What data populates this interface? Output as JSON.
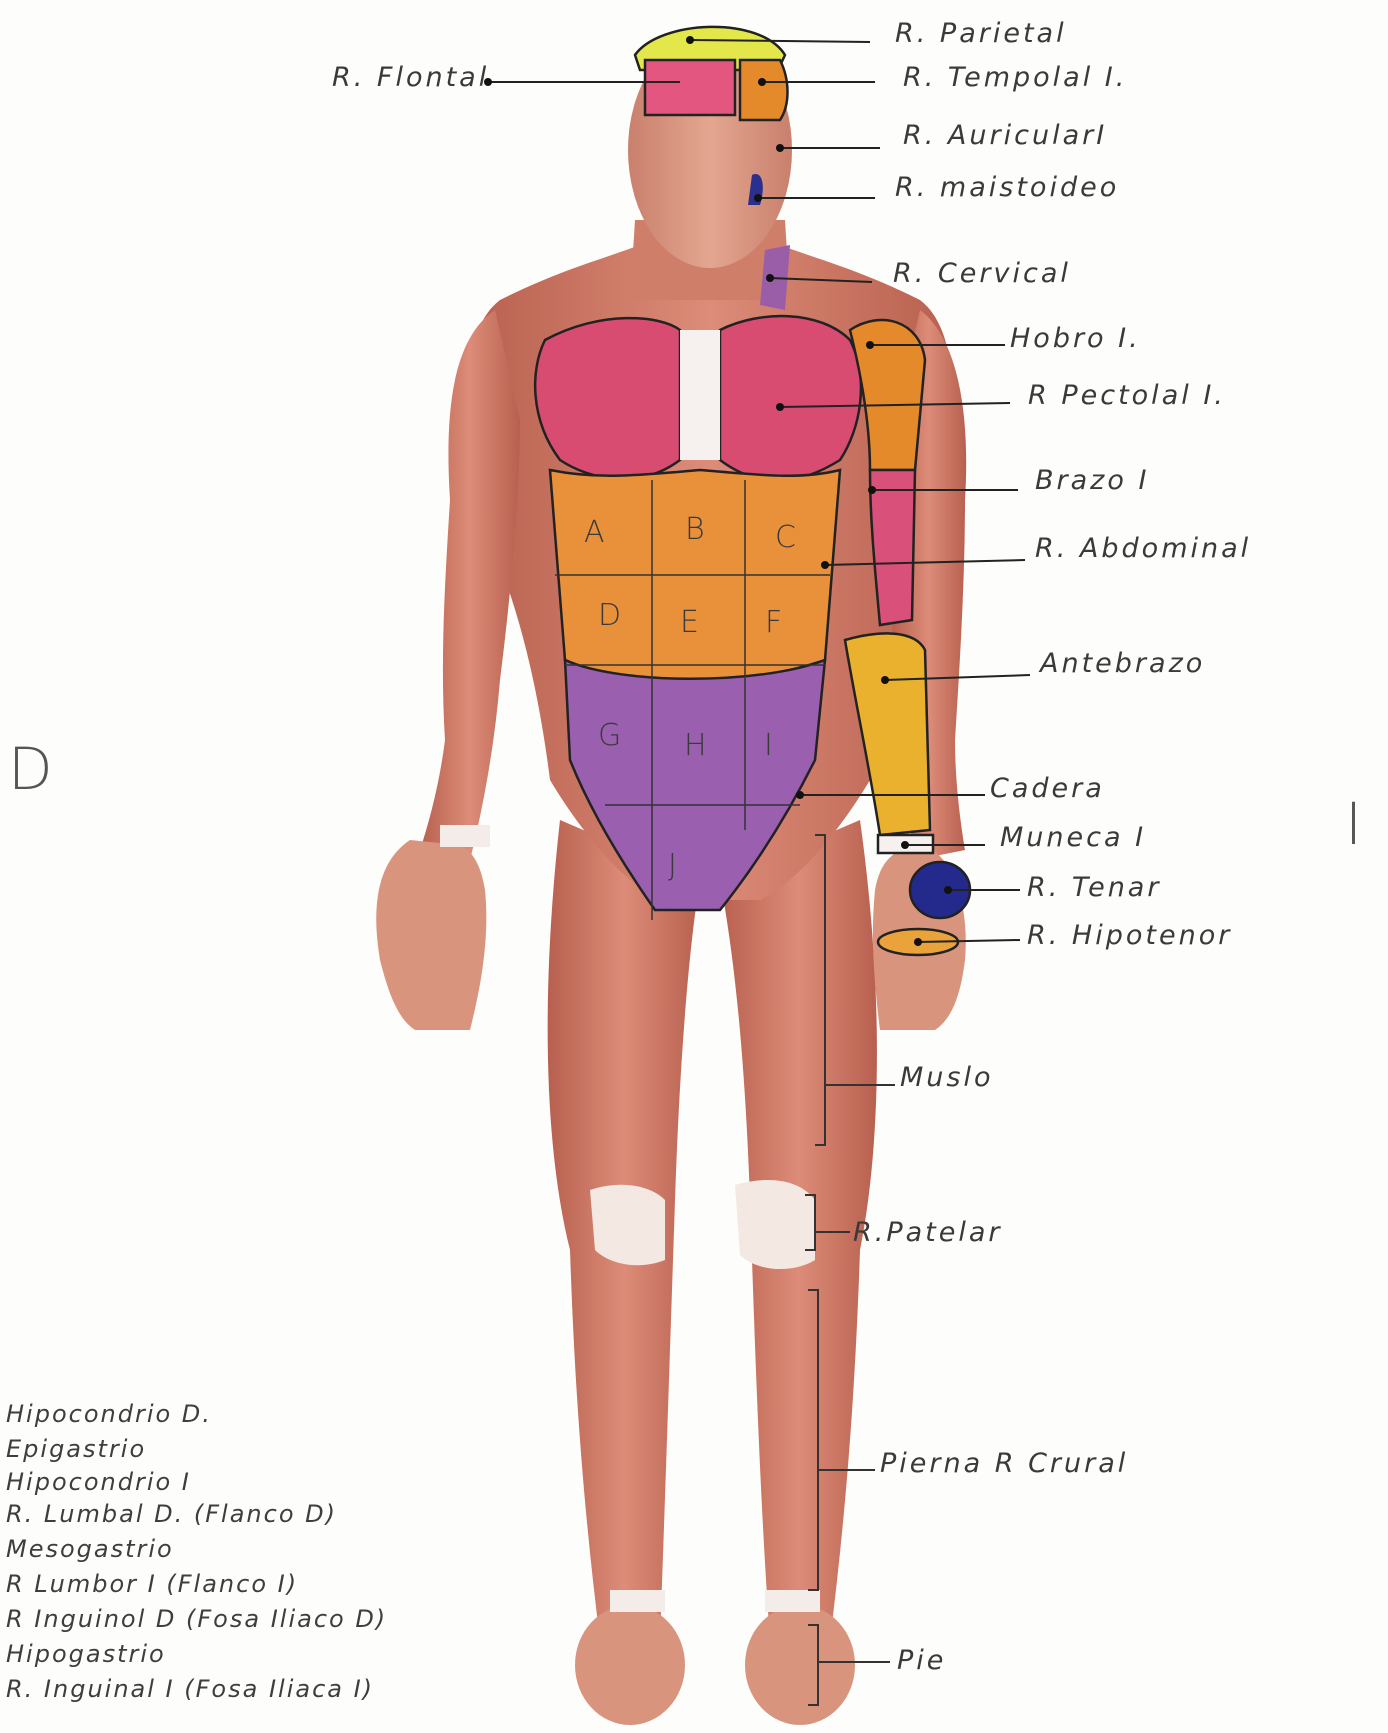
{
  "labels": {
    "parietal": "R. Parietal",
    "frontal": "R. Flontal",
    "temporal": "R. Tempolal I.",
    "auricular": "R. AuricularI",
    "mastoideo": "R. maistoideo",
    "cervical": "R. Cervical",
    "hombro": "Hobro I.",
    "pectoral": "R Pectolal I.",
    "brazo": "Brazo I",
    "abdominal": "R. Abdominal",
    "antebrazo": "Antebrazo",
    "cadera": "Cadera",
    "muneca": "Muneca I",
    "tenar": "R. Tenar",
    "hipotenar": "R. Hipotenor",
    "muslo": "Muslo",
    "patelar": "R.Patelar",
    "pierna": "Pierna R Crural",
    "pie": "Pie"
  },
  "sides": {
    "right_body": "D",
    "left_body": "I"
  },
  "region_letters": [
    "A",
    "B",
    "C",
    "D",
    "E",
    "F",
    "G",
    "H",
    "I",
    "J"
  ],
  "legend": [
    "Hipocondrio D.",
    "Epigastrio",
    "Hipocondrio I",
    "R. Lumbal D. (Flanco D)",
    "Mesogastrio",
    "R Lumbor I (Flanco I)",
    "R Inguinol D (Fosa Iliaco D)",
    "Hipogastrio",
    "R. Inguinal I (Fosa Iliaca I)"
  ],
  "colors": {
    "skin": "#d99a84",
    "muscle": "#c86f5f",
    "frontal": "#e2567f",
    "parietal": "#e4e74a",
    "temporal": "#e58a2b",
    "mastoid": "#2b2f8e",
    "cervical": "#9a5da8",
    "pectoral": "#d94c72",
    "abdomen_upper": "#e9913a",
    "abdomen_lower": "#9a5fae",
    "arm": "#d9507a",
    "forearm": "#eab12e",
    "thenar": "#232a8c",
    "hypothenar": "#e9a33a"
  }
}
